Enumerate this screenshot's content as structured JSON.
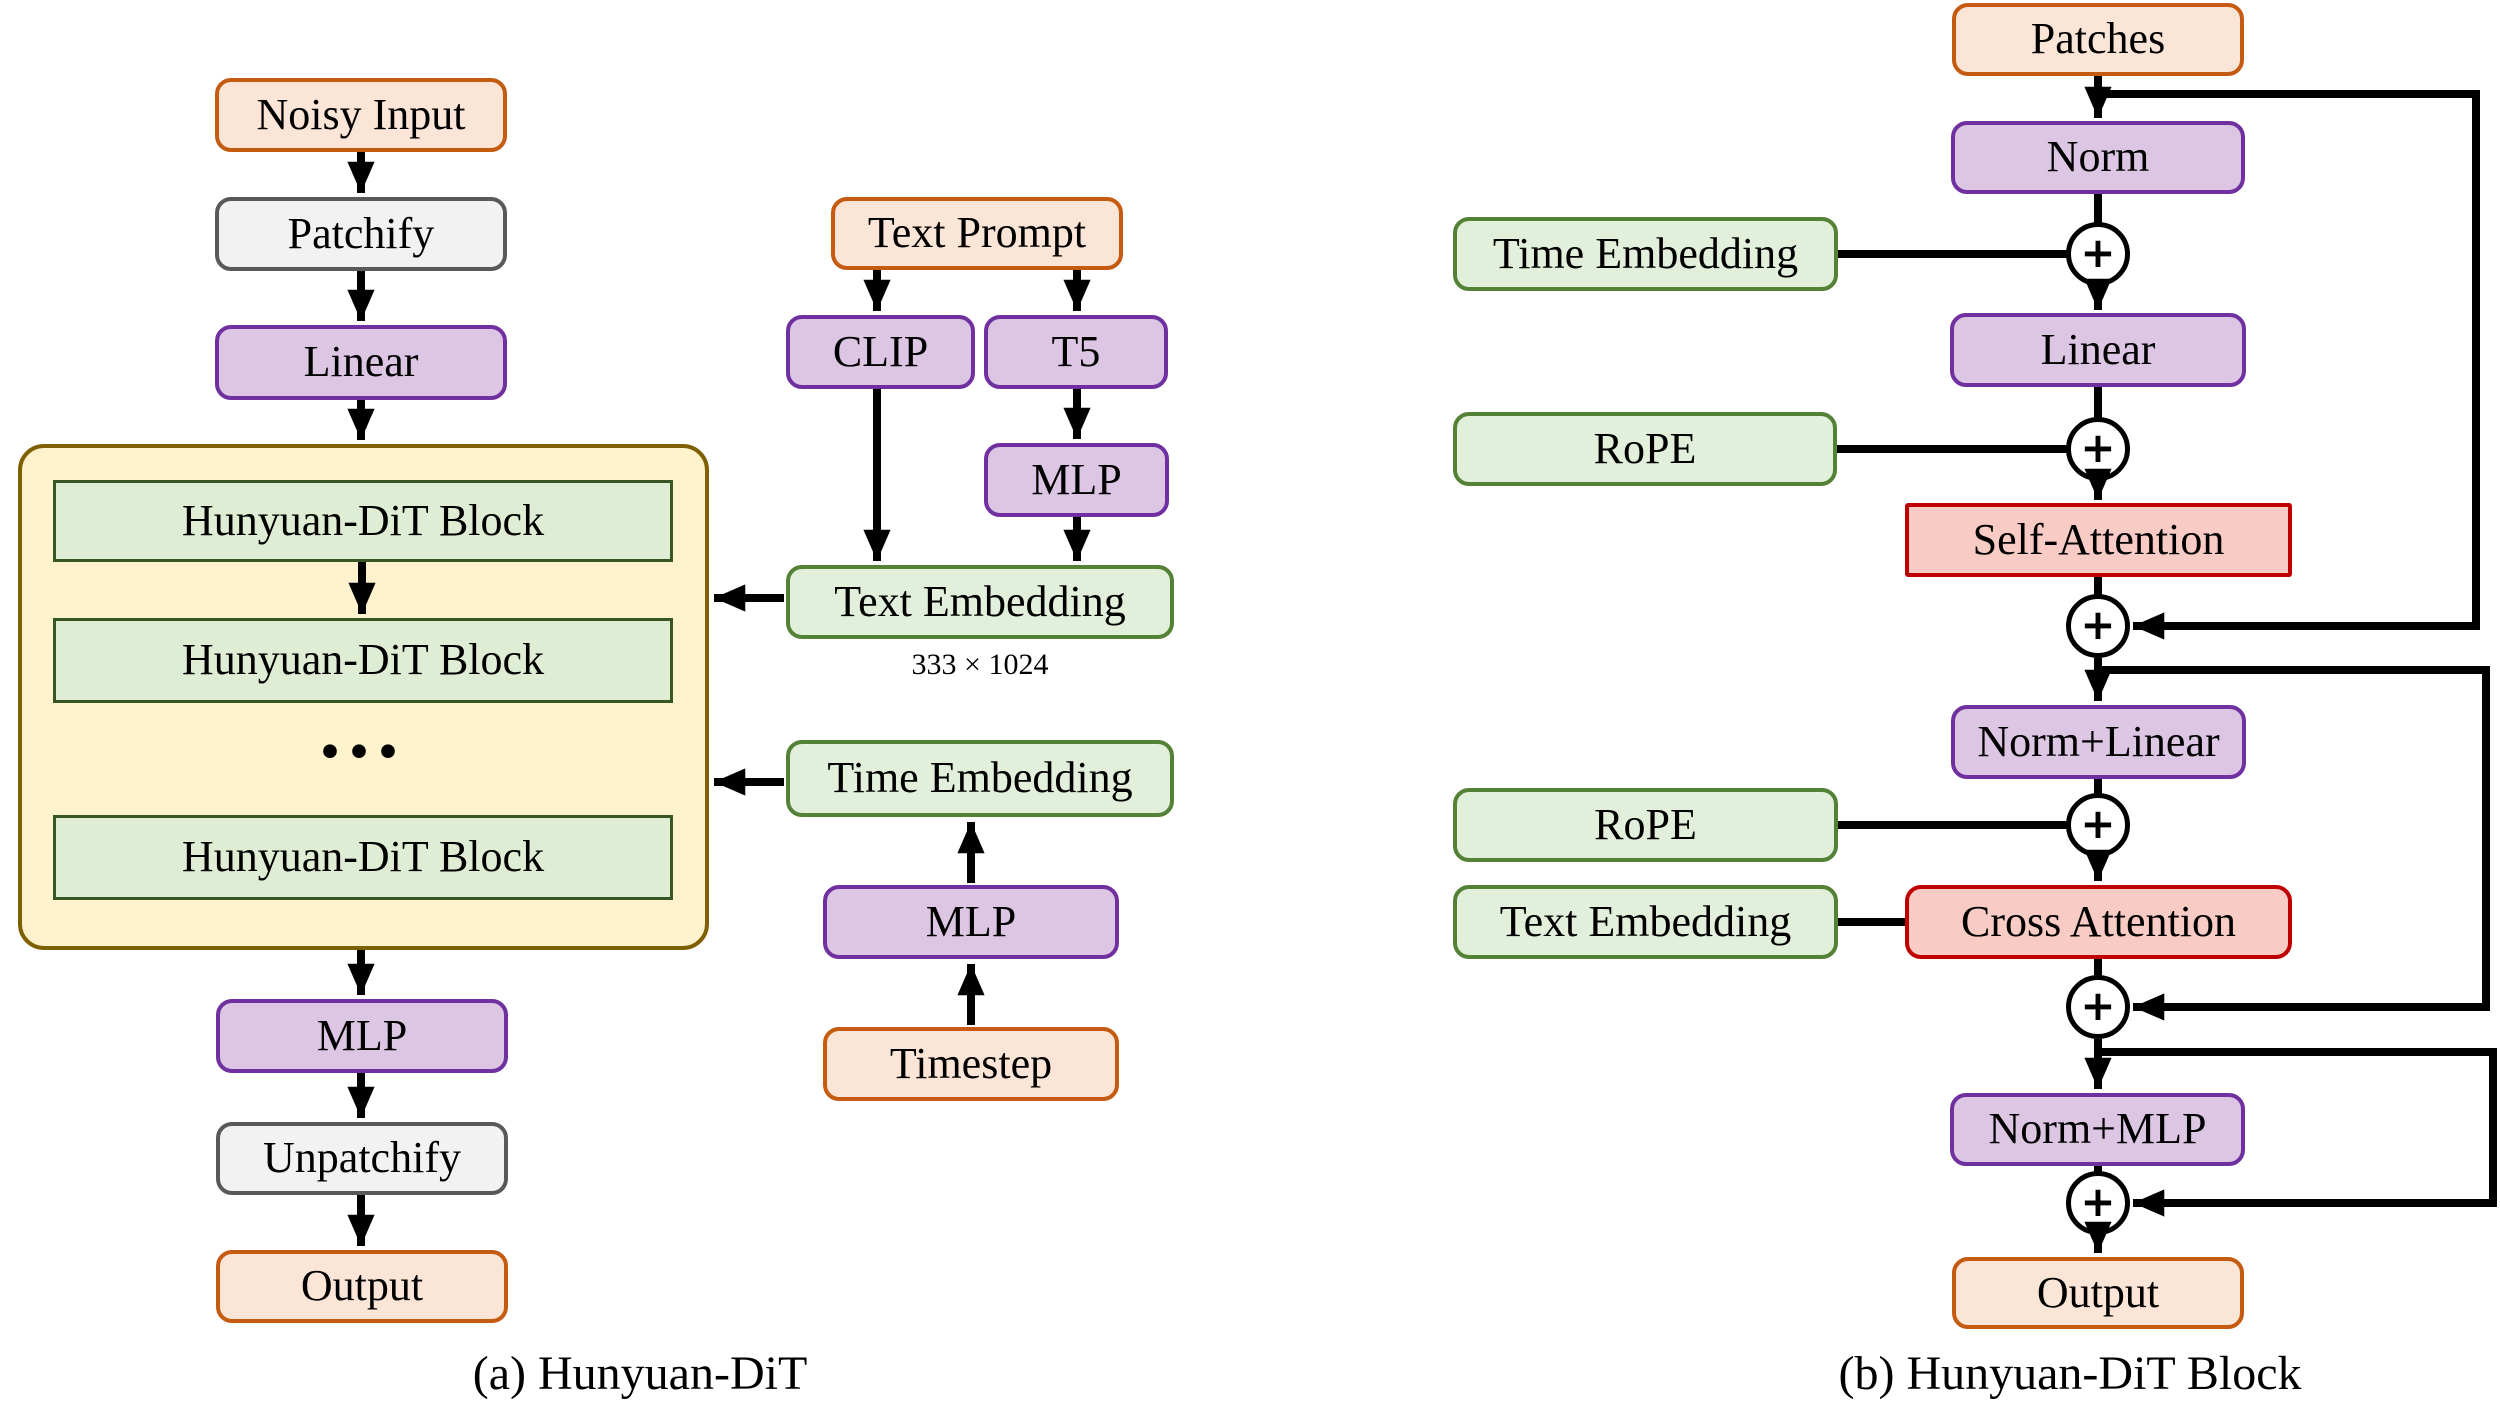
{
  "figure": {
    "panel_a": {
      "caption": "(a) Hunyuan-DiT",
      "nodes": {
        "noisy_input": "Noisy Input",
        "patchify": "Patchify",
        "linear": "Linear",
        "hunyuan_block_1": "Hunyuan-DiT Block",
        "hunyuan_block_2": "Hunyuan-DiT Block",
        "hunyuan_block_ellipsis": "...",
        "hunyuan_block_3": "Hunyuan-DiT Block",
        "mlp_out": "MLP",
        "unpatchify": "Unpatchify",
        "output": "Output",
        "text_prompt": "Text Prompt",
        "clip": "CLIP",
        "t5": "T5",
        "mlp_text": "MLP",
        "text_embedding": "Text Embedding",
        "text_embedding_dim": "333 × 1024",
        "time_embedding": "Time Embedding",
        "mlp_time": "MLP",
        "timestep": "Timestep"
      }
    },
    "panel_b": {
      "caption": "(b) Hunyuan-DiT Block",
      "plus_symbol": "+",
      "nodes": {
        "patches": "Patches",
        "norm": "Norm",
        "time_embedding": "Time Embedding",
        "linear": "Linear",
        "rope_1": "RoPE",
        "self_attention": "Self-Attention",
        "norm_linear": "Norm+Linear",
        "rope_2": "RoPE",
        "text_embedding": "Text Embedding",
        "cross_attention": "Cross Attention",
        "norm_mlp": "Norm+MLP",
        "output": "Output"
      }
    },
    "colors": {
      "io_fill": "#FBE5D6",
      "io_border": "#C55A11",
      "patchify_fill": "#F2F2F2",
      "patchify_border": "#595959",
      "linear_fill": "#DCC6E4",
      "linear_border": "#7030A0",
      "embedding_fill": "#E2EFDA",
      "embedding_border": "#538135",
      "dit_block_fill": "#DFEDD5",
      "dit_block_border": "#375623",
      "stack_container_fill": "#FFF2CC",
      "stack_container_border": "#7F6000",
      "attention_fill": "#F8CBC4",
      "attention_border": "#C00000",
      "wire": "#000000"
    }
  }
}
